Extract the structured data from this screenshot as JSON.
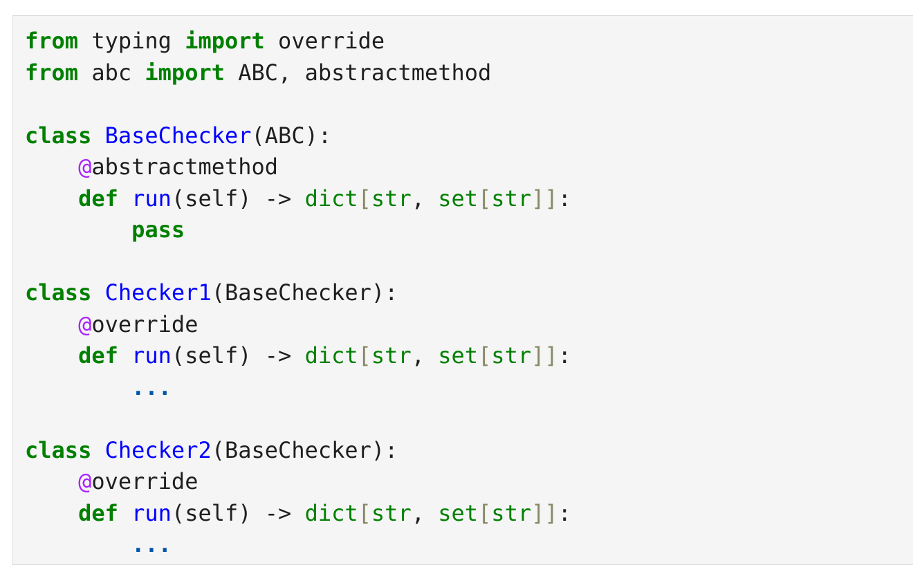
{
  "code": {
    "lines": [
      [
        {
          "t": "from",
          "c": "kw"
        },
        {
          "t": " typing ",
          "c": ""
        },
        {
          "t": "import",
          "c": "kw"
        },
        {
          "t": " override",
          "c": ""
        }
      ],
      [
        {
          "t": "from",
          "c": "kw"
        },
        {
          "t": " abc ",
          "c": ""
        },
        {
          "t": "import",
          "c": "kw"
        },
        {
          "t": " ABC, abstractmethod",
          "c": ""
        }
      ],
      [],
      [
        {
          "t": "class",
          "c": "kw"
        },
        {
          "t": " ",
          "c": ""
        },
        {
          "t": "BaseChecker",
          "c": "fn"
        },
        {
          "t": "(ABC):",
          "c": ""
        }
      ],
      [
        {
          "t": "    ",
          "c": ""
        },
        {
          "t": "@",
          "c": "dec"
        },
        {
          "t": "abstractmethod",
          "c": ""
        }
      ],
      [
        {
          "t": "    ",
          "c": ""
        },
        {
          "t": "def",
          "c": "kw"
        },
        {
          "t": " ",
          "c": ""
        },
        {
          "t": "run",
          "c": "fn"
        },
        {
          "t": "(self) -> ",
          "c": ""
        },
        {
          "t": "dict",
          "c": "bi"
        },
        {
          "t": "[",
          "c": "br"
        },
        {
          "t": "str",
          "c": "bi"
        },
        {
          "t": ", ",
          "c": ""
        },
        {
          "t": "set",
          "c": "bi"
        },
        {
          "t": "[",
          "c": "br"
        },
        {
          "t": "str",
          "c": "bi"
        },
        {
          "t": "]]",
          "c": "br"
        },
        {
          "t": ":",
          "c": ""
        }
      ],
      [
        {
          "t": "        ",
          "c": ""
        },
        {
          "t": "pass",
          "c": "kw"
        }
      ],
      [],
      [
        {
          "t": "class",
          "c": "kw"
        },
        {
          "t": " ",
          "c": ""
        },
        {
          "t": "Checker1",
          "c": "fn"
        },
        {
          "t": "(BaseChecker):",
          "c": ""
        }
      ],
      [
        {
          "t": "    ",
          "c": ""
        },
        {
          "t": "@",
          "c": "dec"
        },
        {
          "t": "override",
          "c": ""
        }
      ],
      [
        {
          "t": "    ",
          "c": ""
        },
        {
          "t": "def",
          "c": "kw"
        },
        {
          "t": " ",
          "c": ""
        },
        {
          "t": "run",
          "c": "fn"
        },
        {
          "t": "(self) -> ",
          "c": ""
        },
        {
          "t": "dict",
          "c": "bi"
        },
        {
          "t": "[",
          "c": "br"
        },
        {
          "t": "str",
          "c": "bi"
        },
        {
          "t": ", ",
          "c": ""
        },
        {
          "t": "set",
          "c": "bi"
        },
        {
          "t": "[",
          "c": "br"
        },
        {
          "t": "str",
          "c": "bi"
        },
        {
          "t": "]]",
          "c": "br"
        },
        {
          "t": ":",
          "c": ""
        }
      ],
      [
        {
          "t": "        ",
          "c": ""
        },
        {
          "t": "...",
          "c": "ell"
        }
      ],
      [],
      [
        {
          "t": "class",
          "c": "kw"
        },
        {
          "t": " ",
          "c": ""
        },
        {
          "t": "Checker2",
          "c": "fn"
        },
        {
          "t": "(BaseChecker):",
          "c": ""
        }
      ],
      [
        {
          "t": "    ",
          "c": ""
        },
        {
          "t": "@",
          "c": "dec"
        },
        {
          "t": "override",
          "c": ""
        }
      ],
      [
        {
          "t": "    ",
          "c": ""
        },
        {
          "t": "def",
          "c": "kw"
        },
        {
          "t": " ",
          "c": ""
        },
        {
          "t": "run",
          "c": "fn"
        },
        {
          "t": "(self) -> ",
          "c": ""
        },
        {
          "t": "dict",
          "c": "bi"
        },
        {
          "t": "[",
          "c": "br"
        },
        {
          "t": "str",
          "c": "bi"
        },
        {
          "t": ", ",
          "c": ""
        },
        {
          "t": "set",
          "c": "bi"
        },
        {
          "t": "[",
          "c": "br"
        },
        {
          "t": "str",
          "c": "bi"
        },
        {
          "t": "]]",
          "c": "br"
        },
        {
          "t": ":",
          "c": ""
        }
      ],
      [
        {
          "t": "        ",
          "c": ""
        },
        {
          "t": "...",
          "c": "ell"
        }
      ]
    ]
  },
  "colors": {
    "keyword": "#008000",
    "function_name": "#0000ff",
    "builtin": "#008000",
    "bracket": "#888866",
    "decorator": "#aa22ff",
    "ellipsis": "#0055aa",
    "text": "#1f1f1f",
    "background": "#f5f5f5"
  }
}
